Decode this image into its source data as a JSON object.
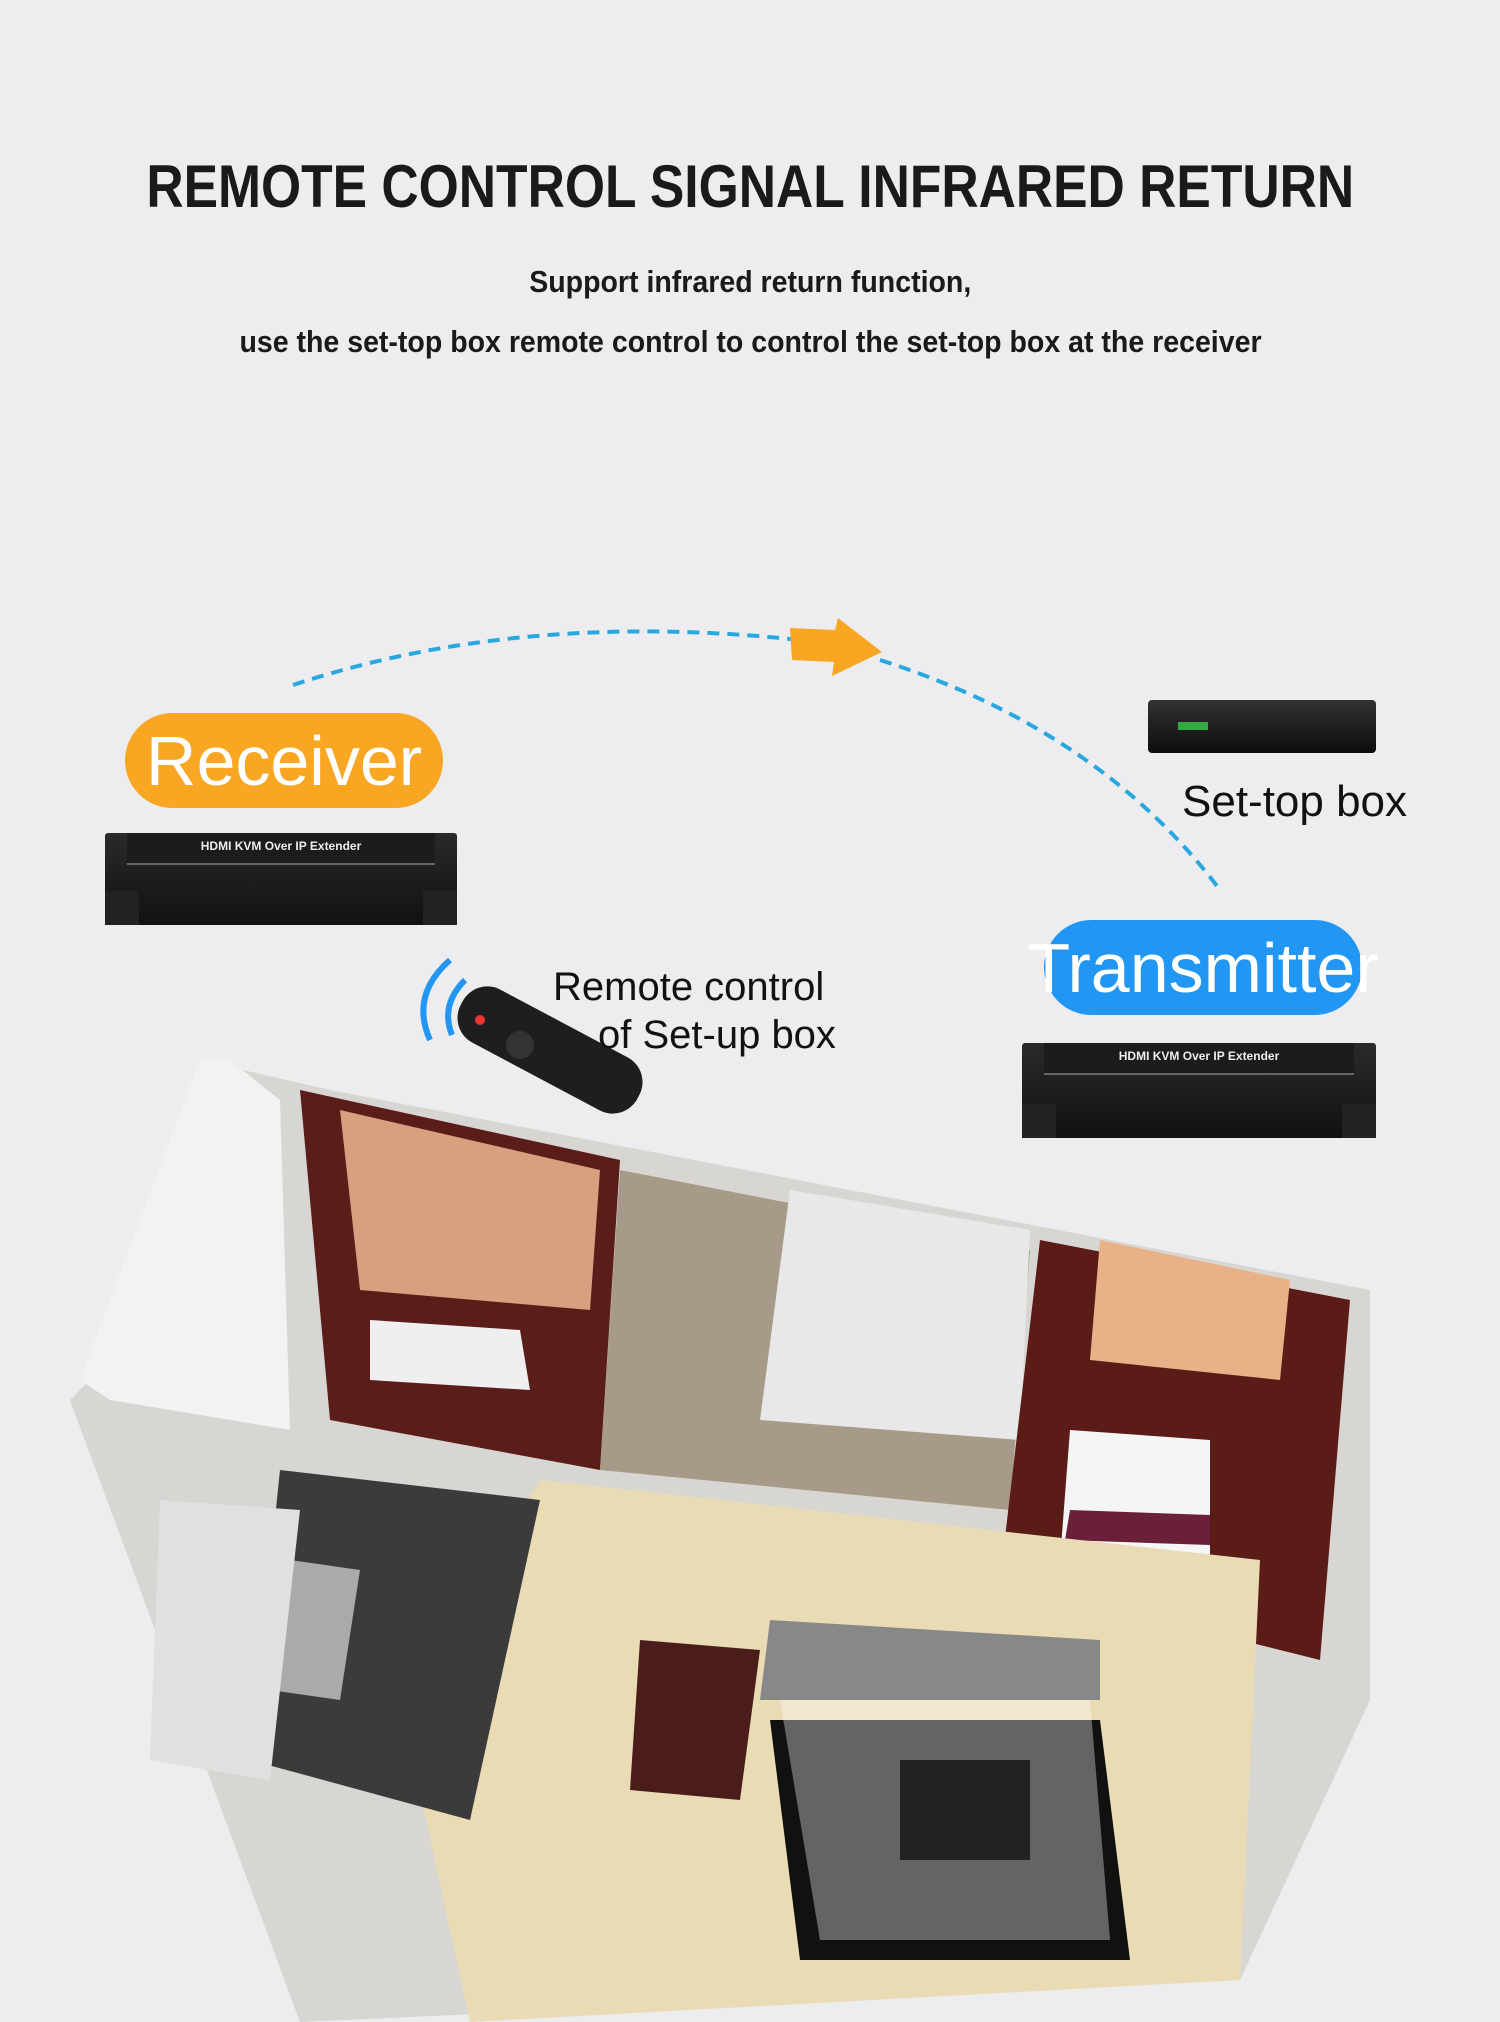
{
  "header": {
    "title": "REMOTE CONTROL SIGNAL INFRARED RETURN",
    "subtitle_line1": "Support infrared return function,",
    "subtitle_line2": "use the set-top box remote control to control the set-top box at the receiver"
  },
  "receiver": {
    "label": "Receiver",
    "device_text": "HDMI KVM Over IP Extender",
    "color": "#f9a623"
  },
  "transmitter": {
    "label": "Transmitter",
    "device_text": "HDMI KVM Over IP Extender",
    "color": "#2196f3"
  },
  "set_top_box": {
    "label": "Set-top box"
  },
  "remote": {
    "label_line1": "Remote control",
    "label_line2": "of Set-up box"
  },
  "signal": {
    "color": "#29a8e0",
    "arrow_color": "#f9a623"
  }
}
